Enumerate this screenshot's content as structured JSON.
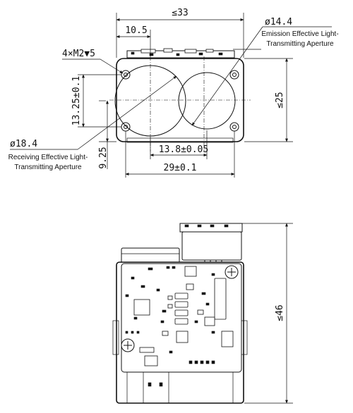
{
  "top_view": {
    "dims": {
      "width_total": "≤33",
      "lens_offset": "10.5",
      "mount_holes": "4×M2▼5",
      "emit_diameter": "ø14.4",
      "emit_caption_line1": "Emission Effective Light-",
      "emit_caption_line2": "Transmitting Aperture",
      "height_total": "≤25",
      "hole_spacing_v": "13.25±0.1",
      "recv_diameter": "ø18.4",
      "recv_caption_line1": "Receiving Effective Light-",
      "recv_caption_line2": "Transmitting Aperture",
      "base_height": "9.25",
      "lens_spacing": "13.8±0.05",
      "hole_spacing_h": "29±0.1"
    }
  },
  "side_view": {
    "dims": {
      "height_total": "≤46"
    }
  }
}
